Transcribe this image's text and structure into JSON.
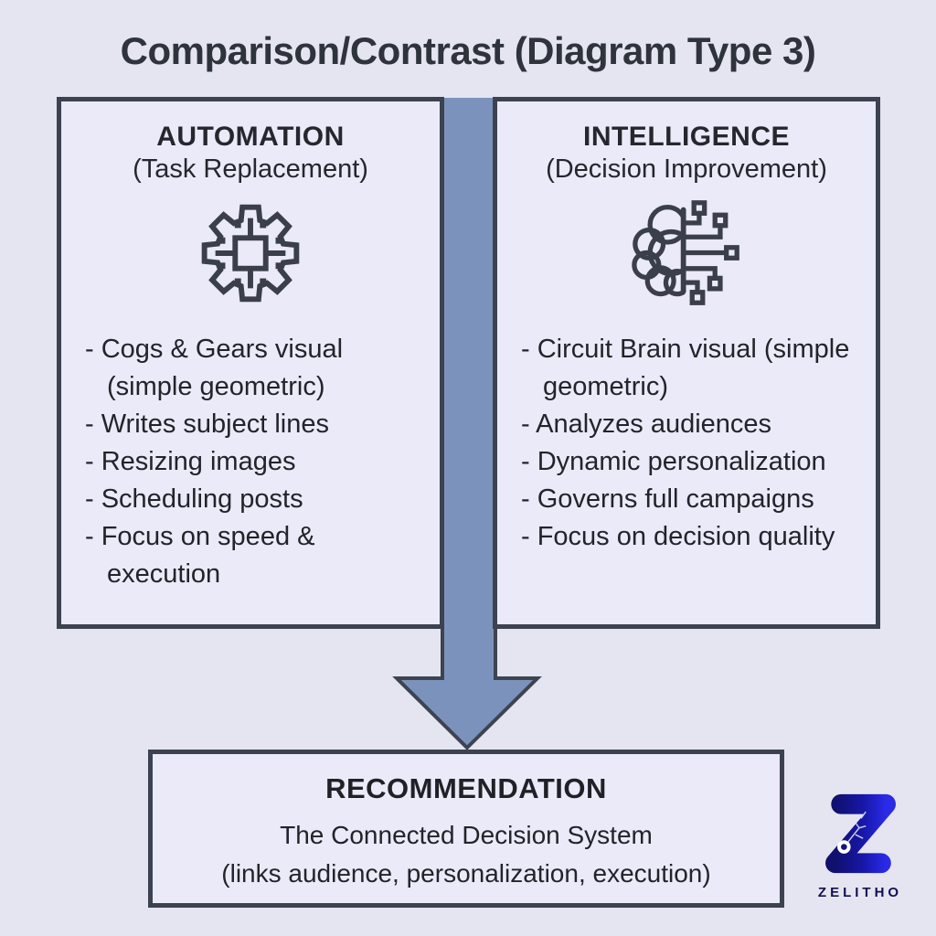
{
  "title": "Comparison/Contrast (Diagram Type 3)",
  "left_box": {
    "heading": "AUTOMATION",
    "subheading": "(Task Replacement)",
    "icon": "gear-icon",
    "items": [
      "- Cogs & Gears visual (simple geometric)",
      "- Writes subject lines",
      "- Resizing images",
      "- Scheduling posts",
      "- Focus on speed & execution"
    ]
  },
  "right_box": {
    "heading": "INTELLIGENCE",
    "subheading": "(Decision Improvement)",
    "icon": "circuit-brain-icon",
    "items": [
      "- Circuit Brain visual (simple geometric)",
      "- Analyzes audiences",
      "- Dynamic personalization",
      "- Governs full campaigns",
      "- Focus on decision quality"
    ]
  },
  "arrow": {
    "direction": "down",
    "fill_color": "#7b93bc",
    "outline_color": "#3d4450"
  },
  "recommendation": {
    "heading": "RECOMMENDATION",
    "line1": "The Connected Decision System",
    "line2": "(links audience, personalization, execution)"
  },
  "brand": {
    "name": "ZELITHO",
    "logo": "z-wrench-logo",
    "logo_dark_blue": "#10106e",
    "logo_bright_blue": "#2a2ae8"
  },
  "colors": {
    "background": "#e5e5f2",
    "box_fill": "#eaeaf8",
    "box_border": "#3c4250",
    "text": "#24272d"
  }
}
